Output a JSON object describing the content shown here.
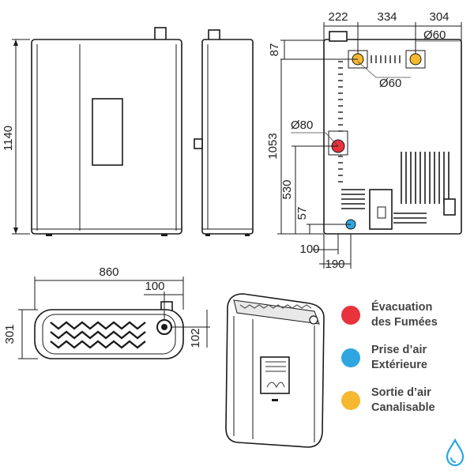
{
  "dimensions": {
    "front_height": "1140",
    "back_top_a": "222",
    "back_top_b": "334",
    "back_top_c": "304",
    "flue_diameter_top": "Ø60",
    "top_offset": "87",
    "outlet_diameter": "Ø60",
    "smoke_diameter": "Ø80",
    "side_height": "1053",
    "height_530": "530",
    "height_57": "57",
    "offset_100": "100",
    "offset_190": "190",
    "width_860": "860",
    "top_view_100": "100",
    "depth_301": "301",
    "depth_102": "102"
  },
  "legend": [
    {
      "line1": "Évacuation",
      "line2": "des Fumées",
      "color": "#e8323c"
    },
    {
      "line1": "Prise d’air",
      "line2": "Extérieure",
      "color": "#2fa6e0"
    },
    {
      "line1": "Sortie d’air",
      "line2": "Canalisable",
      "color": "#f5b82e"
    }
  ],
  "colors": {
    "smoke": "#e8323c",
    "air_intake": "#2fa6e0",
    "air_outlet": "#f5b82e",
    "logo": "#2aa7df"
  },
  "logo_icon": "water-drop-logo-icon"
}
